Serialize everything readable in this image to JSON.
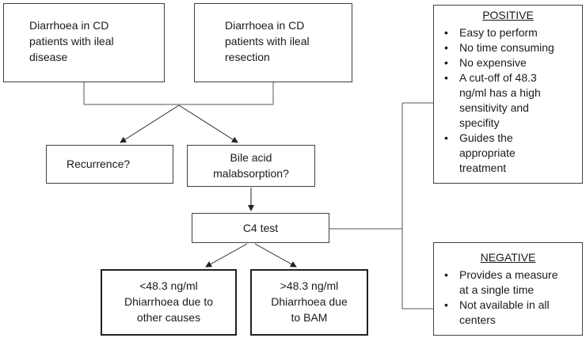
{
  "boxes": {
    "ileal_disease": [
      "Diarrhoea in CD",
      "patients with ileal",
      "disease"
    ],
    "ileal_resection": [
      "Diarrhoea in CD",
      "patients with ileal",
      "resection"
    ],
    "recurrence": [
      "Recurrence?"
    ],
    "bile_acid": [
      "Bile acid",
      "malabsorption?"
    ],
    "c4_test": [
      "C4 test"
    ],
    "below_cutoff": [
      "<48.3 ng/ml",
      "Dhiarrhoea due to",
      "other causes"
    ],
    "above_cutoff": [
      ">48.3 ng/ml",
      "Dhiarrhoea due",
      "to BAM"
    ]
  },
  "positive": {
    "title": "POSITIVE",
    "items": [
      [
        "Easy to perform"
      ],
      [
        "No time consuming"
      ],
      [
        "No expensive"
      ],
      [
        "A cut-off of 48.3",
        "ng/ml has a high",
        "sensitivity and",
        "specifity"
      ],
      [
        "Guides the",
        "appropriate",
        "treatment"
      ]
    ]
  },
  "negative": {
    "title": "NEGATIVE",
    "items": [
      [
        "Provides a measure",
        "at a single time"
      ],
      [
        "Not available in all",
        "centers"
      ]
    ]
  }
}
